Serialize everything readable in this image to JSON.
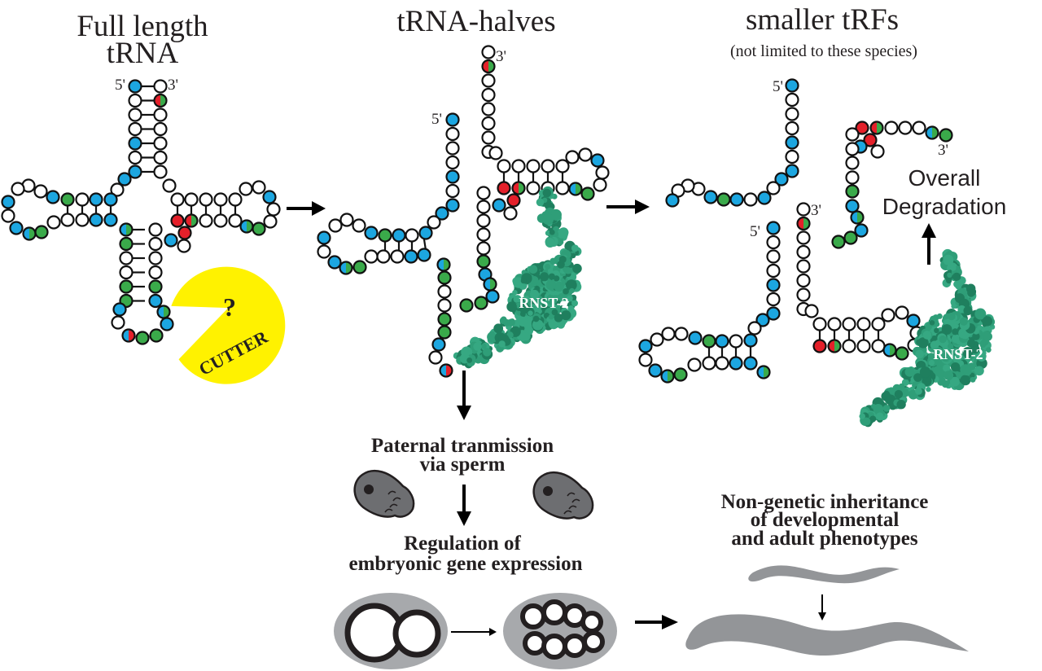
{
  "colors": {
    "blue": "#1ca6e0",
    "green": "#3aaa4a",
    "red": "#e4202a",
    "white": "#ffffff",
    "protein": "#2f9e78",
    "cutter": "#fff200",
    "sperm": "#6d6e71",
    "embryo_shell": "#a7a9ac",
    "worm": "#939598"
  },
  "sections": {
    "full_length": {
      "title_line1": "Full length",
      "title_line2": "tRNA"
    },
    "halves": {
      "title": "tRNA-halves"
    },
    "trfs": {
      "title": "smaller tRFs",
      "subtitle": "(not limited to these species)"
    }
  },
  "labels": {
    "five_prime": "5'",
    "three_prime": "3'",
    "cutter_question": "?",
    "cutter_text": "CUTTER",
    "rnst": "RNST-2",
    "degradation_line1": "Overall",
    "degradation_line2": "Degradation",
    "paternal_line1": "Paternal tranmission",
    "paternal_line2": "via sperm",
    "regulation_line1": "Regulation of",
    "regulation_line2": "embryonic gene expression",
    "inheritance_line1": "Non-genetic inheritance",
    "inheritance_line2": "of developmental",
    "inheritance_line3": "and adult phenotypes"
  },
  "nucleotide_legend": {
    "b": "blue",
    "g": "green",
    "r": "red",
    "w": "white",
    "bg": "blue/green split",
    "rg": "red/green split",
    "br": "blue/red split"
  }
}
